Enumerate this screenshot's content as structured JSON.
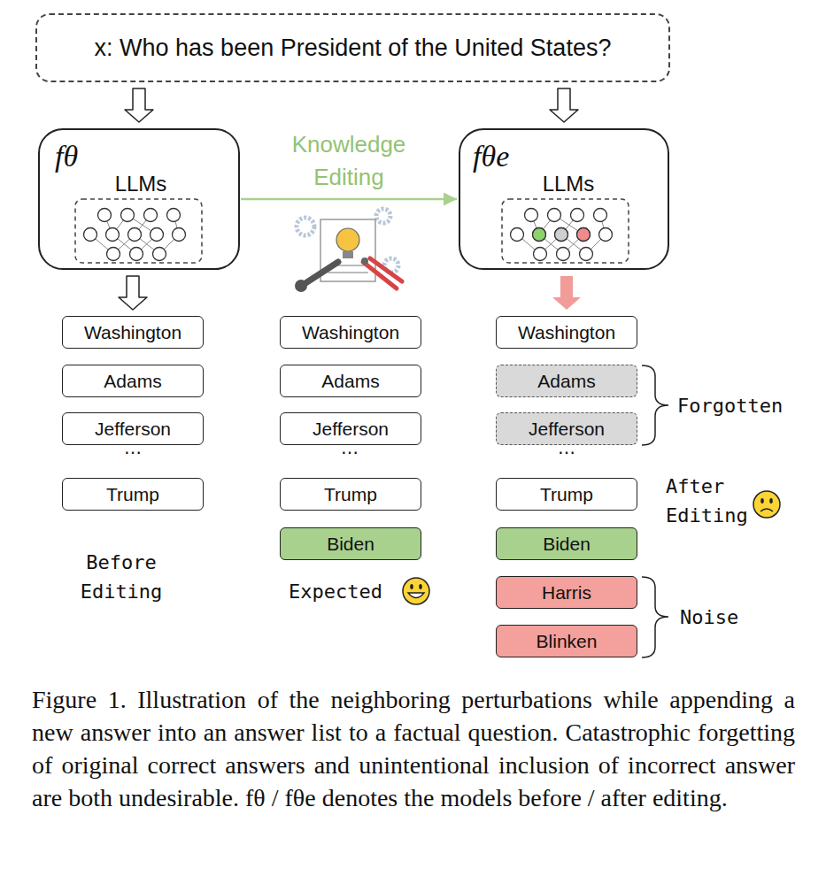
{
  "diagram": {
    "caption": "Figure 1. Illustration of the neighboring perturbations while appending a new answer into an answer list to a factual question. Catastrophic forgetting of original correct answers and unintentional inclusion of incorrect answer are both undesirable. fθ / fθe denotes the models before / after editing.",
    "nodes": [
      {
        "text": [
          "x: Who has been President of the United States?"
        ]
      },
      {
        "text": [
          "fθ",
          "LLMs"
        ]
      },
      {
        "text": [
          "fθe",
          "LLMs"
        ]
      },
      {
        "text": [
          "Washington"
        ]
      },
      {
        "text": [
          "Adams"
        ]
      },
      {
        "text": [
          "Jefferson"
        ]
      },
      {
        "text": [
          "Trump"
        ]
      },
      {
        "text": [
          "Washington"
        ]
      },
      {
        "text": [
          "Adams"
        ]
      },
      {
        "text": [
          "Jefferson"
        ]
      },
      {
        "text": [
          "Trump"
        ]
      },
      {
        "text": [
          "Biden"
        ]
      },
      {
        "text": [
          "Washington"
        ]
      },
      {
        "text": [
          "Adams"
        ]
      },
      {
        "text": [
          "Jefferson"
        ]
      },
      {
        "text": [
          "Trump"
        ]
      },
      {
        "text": [
          "Biden"
        ]
      },
      {
        "text": [
          "Harris"
        ]
      },
      {
        "text": [
          "Blinken"
        ]
      }
    ],
    "edges": [
      {
        "from": 0,
        "to": 1,
        "arrow": "to"
      },
      {
        "from": 0,
        "to": 2,
        "arrow": "to"
      },
      {
        "from": 1,
        "to": 2,
        "label": "Knowledge Editing",
        "arrow": "to"
      },
      {
        "from": 1,
        "to": 3,
        "arrow": "to"
      },
      {
        "from": 2,
        "to": 12,
        "arrow": "to"
      }
    ],
    "labels": [
      "…",
      "…",
      "…",
      "Forgotten",
      "After Editing",
      "Before Editing",
      "Expected",
      "Noise"
    ]
  }
}
